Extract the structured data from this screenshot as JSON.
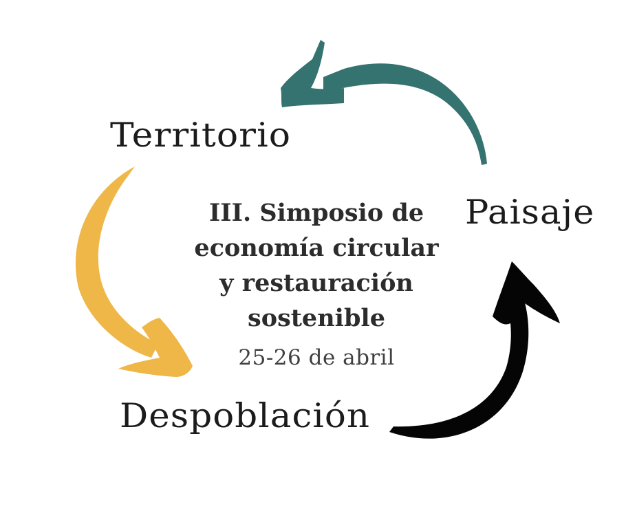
{
  "diagram": {
    "nodes": {
      "territorio": "Territorio",
      "paisaje": "Paisaje",
      "despoblacion": "Despoblación"
    },
    "center": {
      "title_lines": [
        "III. Simposio de",
        "economía circular",
        "y restauración",
        "sostenible"
      ],
      "date": "25-26 de abril"
    },
    "arrows": [
      {
        "from": "Paisaje",
        "to": "Territorio",
        "color": "#347370"
      },
      {
        "from": "Territorio",
        "to": "Despoblación",
        "color": "#eeb748"
      },
      {
        "from": "Despoblación",
        "to": "Paisaje",
        "color": "#050505"
      }
    ]
  }
}
